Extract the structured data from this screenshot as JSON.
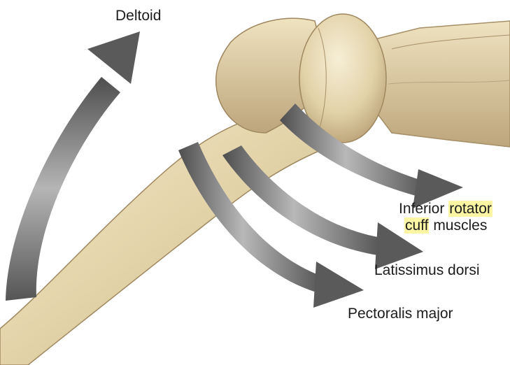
{
  "labels": {
    "deltoid": "Deltoid",
    "inferior_rotator_cuff": {
      "line1_prefix": "Inferior",
      "line1_highlight": "rotator",
      "line2_highlight": "cuff",
      "line2_suffix": "muscles"
    },
    "latissimus_dorsi": "Latissimus dorsi",
    "pectoralis_major": "Pectoralis major"
  },
  "colors": {
    "bone": "#e8dcb8",
    "bone_shadow": "#b9a27a",
    "arrow": "#6b6b6b",
    "highlight": "#fbf5a4",
    "text": "#1c1c1c"
  }
}
